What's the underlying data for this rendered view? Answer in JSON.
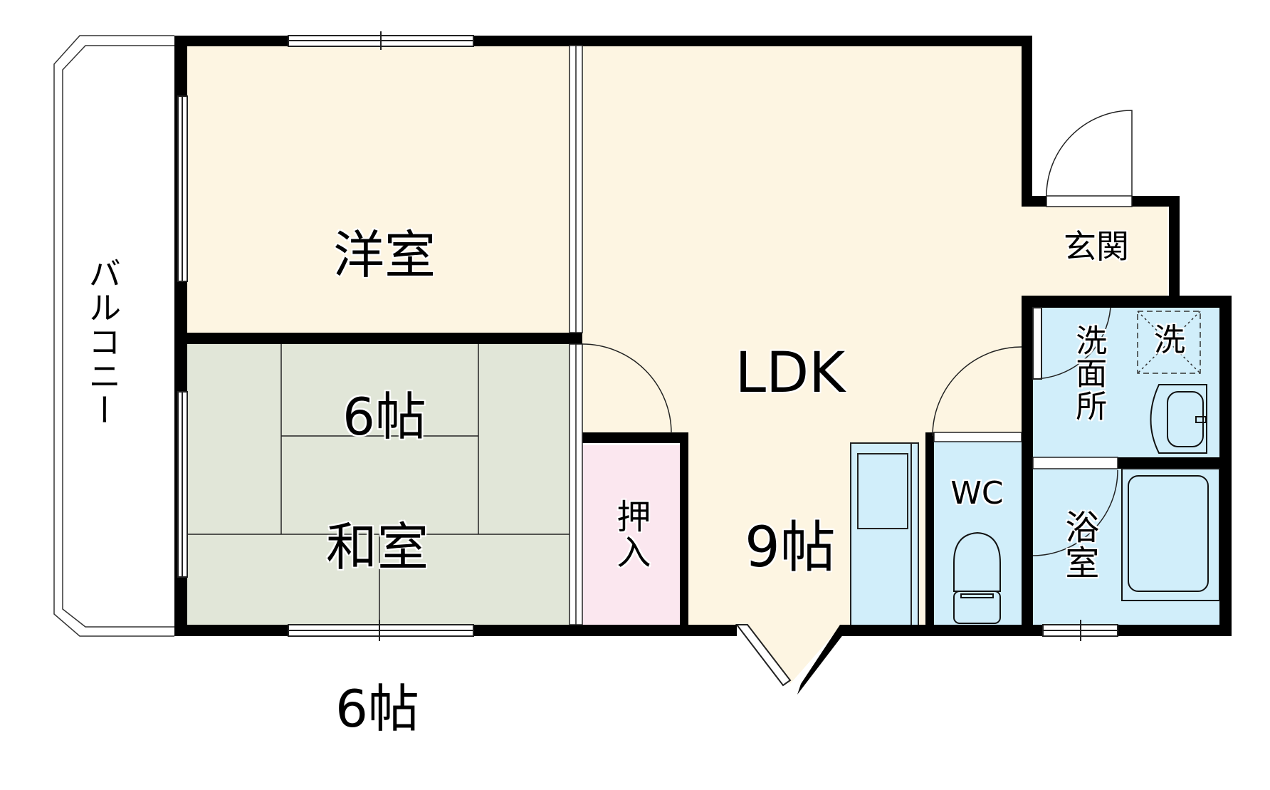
{
  "colors": {
    "wall": "#000000",
    "western_floor": "#fdf5e2",
    "tatami_floor": "#e1e6d8",
    "closet_floor": "#fbe7ef",
    "wet_area_floor": "#d1eefa",
    "balcony": "#ffffff"
  },
  "rooms": {
    "western_room": {
      "name": "洋室",
      "size": "6帖"
    },
    "japanese_room": {
      "name": "和室",
      "size": "6帖"
    },
    "ldk": {
      "name": "LDK",
      "size": "9帖"
    },
    "entrance": {
      "name": "玄関"
    },
    "washroom": {
      "name": "洗面所"
    },
    "washer_space": {
      "name": "洗"
    },
    "closet": {
      "name": "押入"
    },
    "toilet": {
      "name": "WC"
    },
    "bathroom": {
      "name": "浴室"
    },
    "balcony": {
      "name": "バルコニー"
    }
  }
}
